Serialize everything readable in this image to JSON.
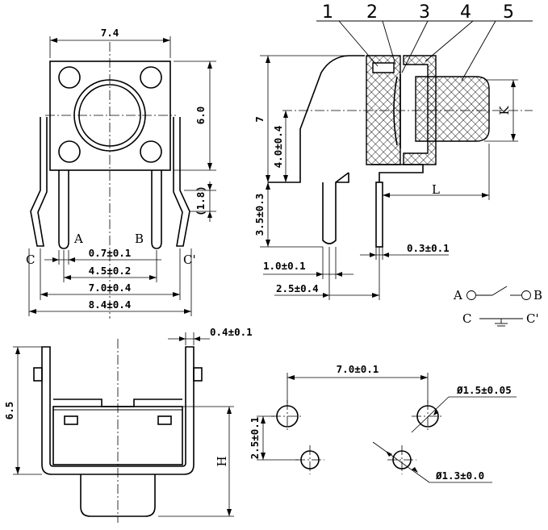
{
  "front_view": {
    "width": "7.4",
    "height": "6.0",
    "lead_offset": "(1.8)",
    "pin_width": "0.7±0.1",
    "pin_spacing_inner": "4.5±0.2",
    "pin_spacing_ab": "7.0±0.4",
    "overall_width": "8.4±0.4",
    "pin_a": "A",
    "pin_b": "B",
    "pin_c": "C",
    "pin_c2": "C'"
  },
  "side_view": {
    "callouts": [
      "1",
      "2",
      "3",
      "4",
      "5"
    ],
    "total_height": "7",
    "center_height": "4.0±0.4",
    "lead_length": "3.5±0.3",
    "lead_thickness": "0.3±0.1",
    "lead_bend": "1.0±0.1",
    "lead_pitch": "2.5±0.4",
    "actuator_length": "L",
    "actuator_height": "K"
  },
  "schematic": {
    "switch_a": "A",
    "switch_b": "B",
    "ground_c": "C",
    "ground_c2": "C'"
  },
  "bottom_view": {
    "height": "6.5",
    "lead_thickness": "0.4±0.1",
    "actuator_h": "H"
  },
  "pcb_layout": {
    "hole_spacing_x": "7.0±0.1",
    "hole_spacing_y": "2.5±0.1",
    "hole_large": "Ø1.5±0.05",
    "hole_small": "Ø1.3±0.0"
  }
}
